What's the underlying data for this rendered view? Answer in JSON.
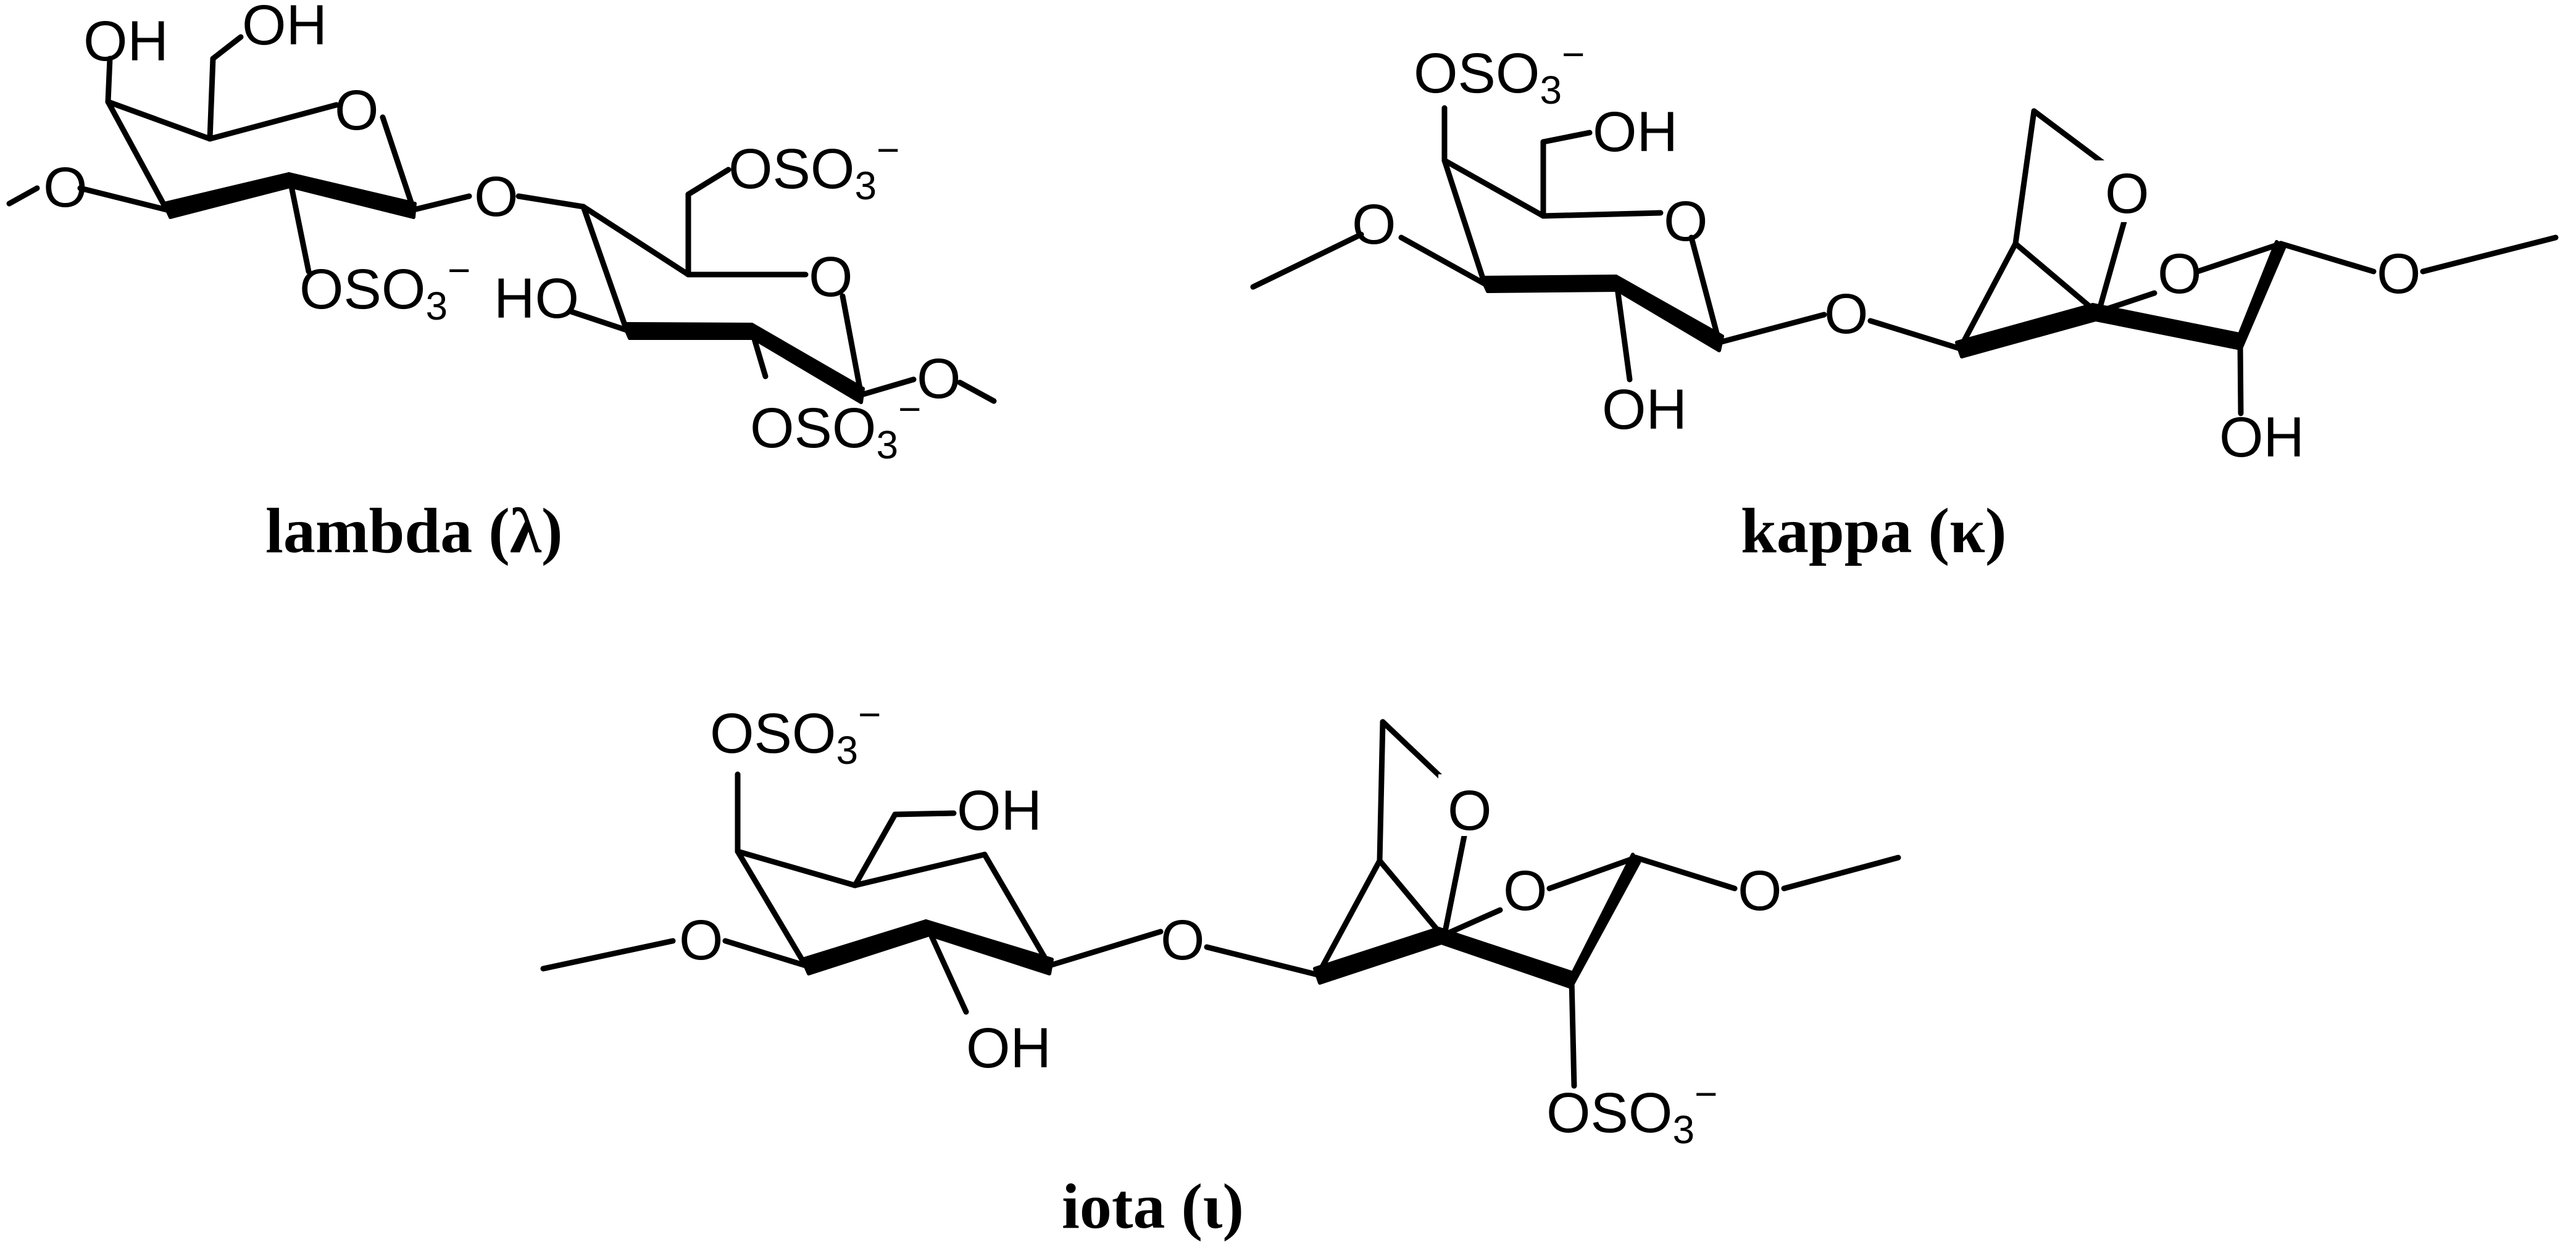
{
  "structures": [
    {
      "id": "lambda",
      "caption": "lambda (λ)",
      "labels": {
        "oh": "OH",
        "ho": "HO",
        "o": "O",
        "oso3": "OSO",
        "three": "3",
        "minus": "−"
      }
    },
    {
      "id": "kappa",
      "caption": "kappa (κ)",
      "labels": {
        "oh": "OH",
        "o": "O",
        "oso3": "OSO",
        "three": "3",
        "minus": "−"
      }
    },
    {
      "id": "iota",
      "caption": "iota (ι)",
      "labels": {
        "oh": "OH",
        "o": "O",
        "oso3": "OSO",
        "three": "3",
        "minus": "−"
      }
    }
  ],
  "colors": {
    "ink": "#000000",
    "background": "#ffffff"
  }
}
